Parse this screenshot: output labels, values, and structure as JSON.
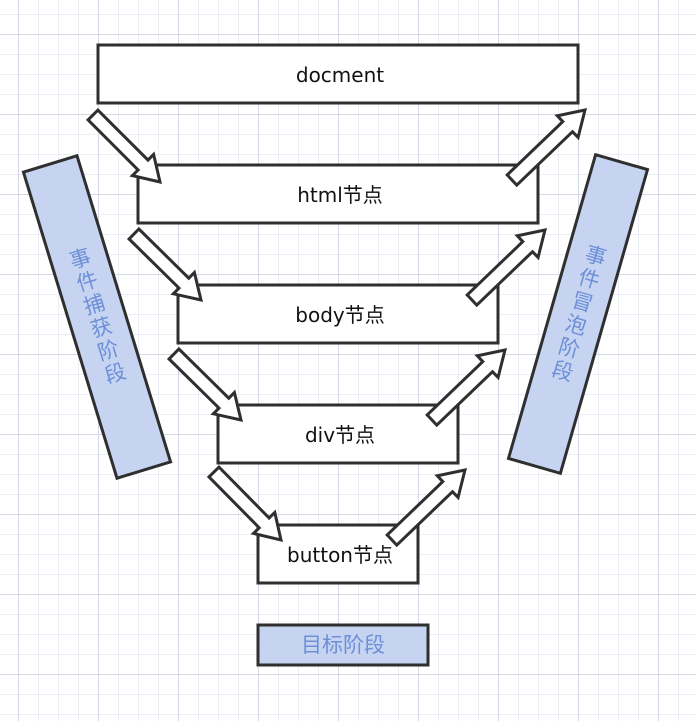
{
  "diagram": {
    "nodes": {
      "document": "docment",
      "html": "html节点",
      "body": "body节点",
      "div": "div节点",
      "button": "button节点"
    },
    "phases": {
      "capture": "事件捕获阶段",
      "bubble": "事件冒泡阶段",
      "target": "目标阶段"
    },
    "colors": {
      "phase_fill": "#c6d4f1",
      "phase_text": "#6d8fd8",
      "phase_border": "#2f2f2f",
      "node_border": "#2f2f2f",
      "arrow_fill": "#ffffff"
    }
  }
}
